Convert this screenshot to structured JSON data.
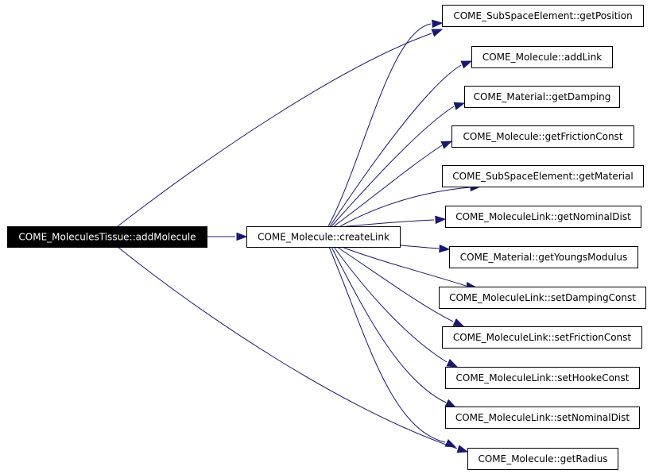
{
  "diagram": {
    "nodes": [
      {
        "id": "addMolecule",
        "label": "COME_MoleculesTissue::addMolecule",
        "root": true
      },
      {
        "id": "createLink",
        "label": "COME_Molecule::createLink"
      },
      {
        "id": "getPosition",
        "label": "COME_SubSpaceElement::getPosition"
      },
      {
        "id": "addLink",
        "label": "COME_Molecule::addLink"
      },
      {
        "id": "getDamping",
        "label": "COME_Material::getDamping"
      },
      {
        "id": "getFrictionConst",
        "label": "COME_Molecule::getFrictionConst"
      },
      {
        "id": "getMaterial",
        "label": "COME_SubSpaceElement::getMaterial"
      },
      {
        "id": "getNominalDist",
        "label": "COME_MoleculeLink::getNominalDist"
      },
      {
        "id": "getYoungsModulus",
        "label": "COME_Material::getYoungsModulus"
      },
      {
        "id": "setDampingConst",
        "label": "COME_MoleculeLink::setDampingConst"
      },
      {
        "id": "setFrictionConst",
        "label": "COME_MoleculeLink::setFrictionConst"
      },
      {
        "id": "setHookeConst",
        "label": "COME_MoleculeLink::setHookeConst"
      },
      {
        "id": "setNominalDist",
        "label": "COME_MoleculeLink::setNominalDist"
      },
      {
        "id": "getRadius",
        "label": "COME_Molecule::getRadius"
      }
    ],
    "edges": [
      {
        "from": "addMolecule",
        "to": "createLink"
      },
      {
        "from": "addMolecule",
        "to": "getPosition"
      },
      {
        "from": "addMolecule",
        "to": "getRadius"
      },
      {
        "from": "createLink",
        "to": "getPosition"
      },
      {
        "from": "createLink",
        "to": "addLink"
      },
      {
        "from": "createLink",
        "to": "getDamping"
      },
      {
        "from": "createLink",
        "to": "getFrictionConst"
      },
      {
        "from": "createLink",
        "to": "getMaterial"
      },
      {
        "from": "createLink",
        "to": "getNominalDist"
      },
      {
        "from": "createLink",
        "to": "getYoungsModulus"
      },
      {
        "from": "createLink",
        "to": "setDampingConst"
      },
      {
        "from": "createLink",
        "to": "setFrictionConst"
      },
      {
        "from": "createLink",
        "to": "setHookeConst"
      },
      {
        "from": "createLink",
        "to": "setNominalDist"
      },
      {
        "from": "createLink",
        "to": "getRadius"
      }
    ],
    "colors": {
      "edge": "#191970",
      "root_fill": "#000000",
      "root_text": "#ffffff",
      "node_border": "#000000"
    }
  }
}
